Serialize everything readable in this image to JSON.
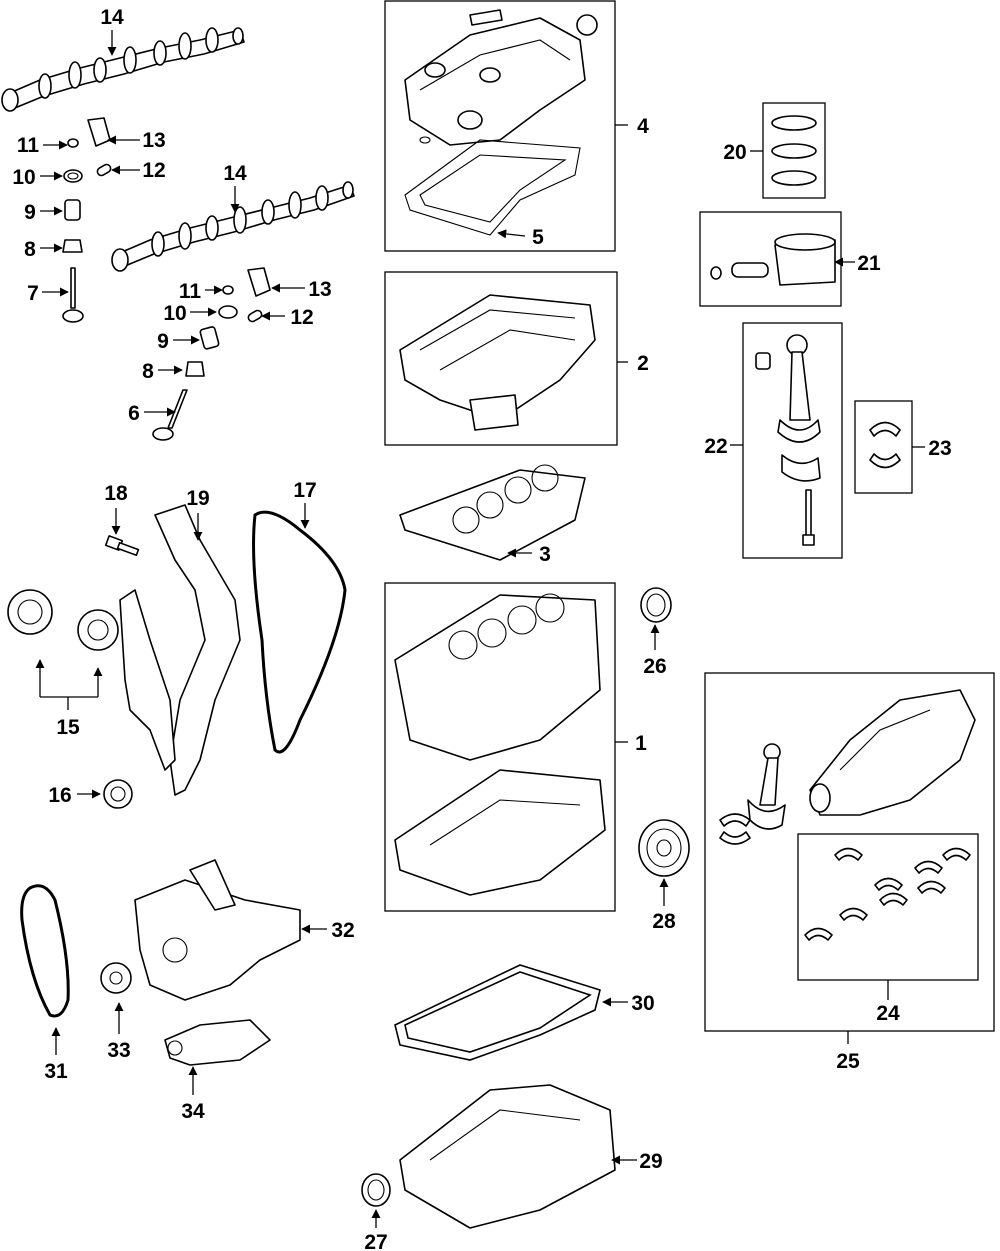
{
  "diagram": {
    "callouts": [
      {
        "id": "c14a",
        "label": "14"
      },
      {
        "id": "c11a",
        "label": "11"
      },
      {
        "id": "c13a",
        "label": "13"
      },
      {
        "id": "c10a",
        "label": "10"
      },
      {
        "id": "c12a",
        "label": "12"
      },
      {
        "id": "c9a",
        "label": "9"
      },
      {
        "id": "c8a",
        "label": "8"
      },
      {
        "id": "c7",
        "label": "7"
      },
      {
        "id": "c14b",
        "label": "14"
      },
      {
        "id": "c11b",
        "label": "11"
      },
      {
        "id": "c13b",
        "label": "13"
      },
      {
        "id": "c10b",
        "label": "10"
      },
      {
        "id": "c12b",
        "label": "12"
      },
      {
        "id": "c9b",
        "label": "9"
      },
      {
        "id": "c8b",
        "label": "8"
      },
      {
        "id": "c6",
        "label": "6"
      },
      {
        "id": "c4",
        "label": "4"
      },
      {
        "id": "c5",
        "label": "5"
      },
      {
        "id": "c2",
        "label": "2"
      },
      {
        "id": "c3",
        "label": "3"
      },
      {
        "id": "c1",
        "label": "1"
      },
      {
        "id": "c20",
        "label": "20"
      },
      {
        "id": "c21",
        "label": "21"
      },
      {
        "id": "c22",
        "label": "22"
      },
      {
        "id": "c23",
        "label": "23"
      },
      {
        "id": "c18",
        "label": "18"
      },
      {
        "id": "c19",
        "label": "19"
      },
      {
        "id": "c17",
        "label": "17"
      },
      {
        "id": "c15",
        "label": "15"
      },
      {
        "id": "c16",
        "label": "16"
      },
      {
        "id": "c26",
        "label": "26"
      },
      {
        "id": "c28",
        "label": "28"
      },
      {
        "id": "c24",
        "label": "24"
      },
      {
        "id": "c25",
        "label": "25"
      },
      {
        "id": "c32",
        "label": "32"
      },
      {
        "id": "c31",
        "label": "31"
      },
      {
        "id": "c33",
        "label": "33"
      },
      {
        "id": "c34",
        "label": "34"
      },
      {
        "id": "c30",
        "label": "30"
      },
      {
        "id": "c29",
        "label": "29"
      },
      {
        "id": "c27",
        "label": "27"
      }
    ]
  }
}
